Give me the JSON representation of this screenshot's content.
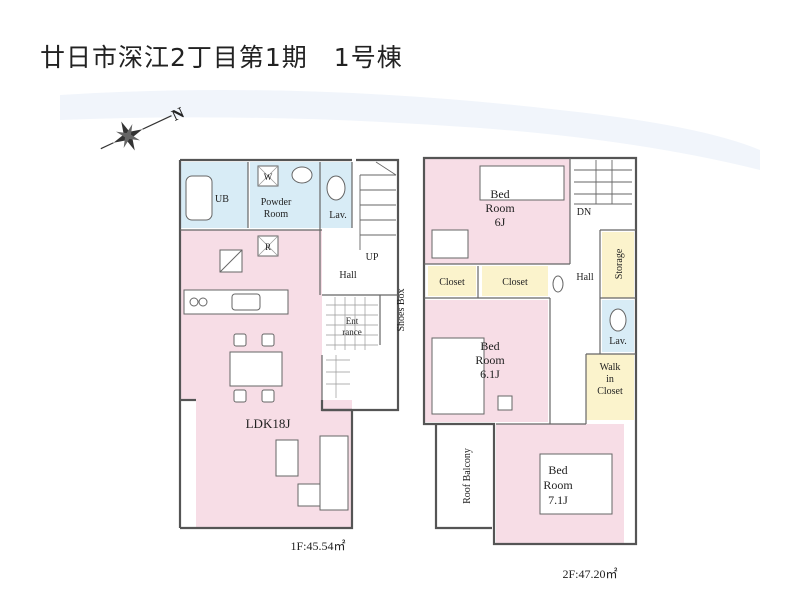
{
  "title": "廿日市深江2丁目第1期　1号棟",
  "compass": {
    "label": "N"
  },
  "floor1": {
    "rooms": {
      "ub": "UB",
      "w": "W",
      "powder": [
        "Powder",
        "Room"
      ],
      "lav": "Lav.",
      "r": "R",
      "up": "UP",
      "hall": "Hall",
      "entrance": [
        "Ent",
        "rance"
      ],
      "shoes": "Shoes Box",
      "ldk": "LDK18J"
    },
    "area": "1F:45.54㎡"
  },
  "floor2": {
    "rooms": {
      "bed1": [
        "Bed",
        "Room",
        "6J"
      ],
      "dn": "DN",
      "closet_a": "Closet",
      "closet_b": "Closet",
      "hall": "Hall",
      "storage": "Storage",
      "lav": "Lav.",
      "bed2": [
        "Bed",
        "Room",
        "6.1J"
      ],
      "walkin": [
        "Walk",
        "in",
        "Closet"
      ],
      "balcony": "Roof Balcony",
      "bed3": [
        "Bed",
        "Room",
        "7.1J"
      ]
    },
    "area": "2F:47.20㎡"
  },
  "colors": {
    "pink": "#f7dde6",
    "blue": "#d8ecf6",
    "yellow": "#fbf3cc",
    "wall": "#555555",
    "watermark": "#eef3fa"
  }
}
